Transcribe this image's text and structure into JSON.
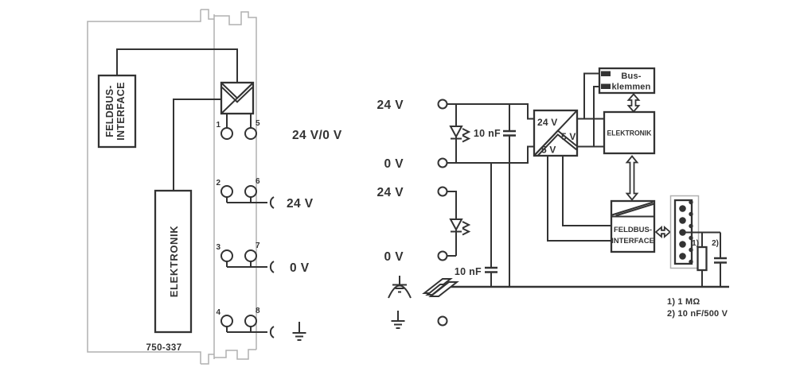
{
  "module": {
    "part_number": "750-337",
    "fieldbus_line1": "FELDBUS-",
    "fieldbus_line2": "INTERFACE",
    "elektronik": "ELEKTRONIK",
    "terminals": {
      "t1": "1",
      "t2": "2",
      "t3": "3",
      "t4": "4",
      "t5": "5",
      "t6": "6",
      "t7": "7",
      "t8": "8"
    },
    "rows": {
      "row1": "24 V/0 V",
      "row2": "24 V",
      "row3": "0 V"
    }
  },
  "schematic": {
    "supply": {
      "s1p": "24 V",
      "s1m": "0 V",
      "s2p": "24 V",
      "s2m": "0 V"
    },
    "caps": {
      "c1": "10 nF",
      "c2": "10 nF"
    },
    "converter": {
      "input": "24 V",
      "out1": "5 V",
      "out2": "5 V"
    },
    "busklemmen": {
      "line1": "Bus-",
      "line2": "klemmen"
    },
    "elektronik": "ELEKTRONIK",
    "feldbus": {
      "line1": "FELDBUS-",
      "line2": "INTERFACE"
    },
    "refs": {
      "r1": "1)",
      "r2": "2)"
    },
    "footnotes": {
      "f1": "1) 1 MΩ",
      "f2": "2) 10 nF/500 V"
    }
  },
  "colors": {
    "ink": "#333333",
    "housing_gray": "#b0b0b0",
    "background": "#ffffff"
  }
}
